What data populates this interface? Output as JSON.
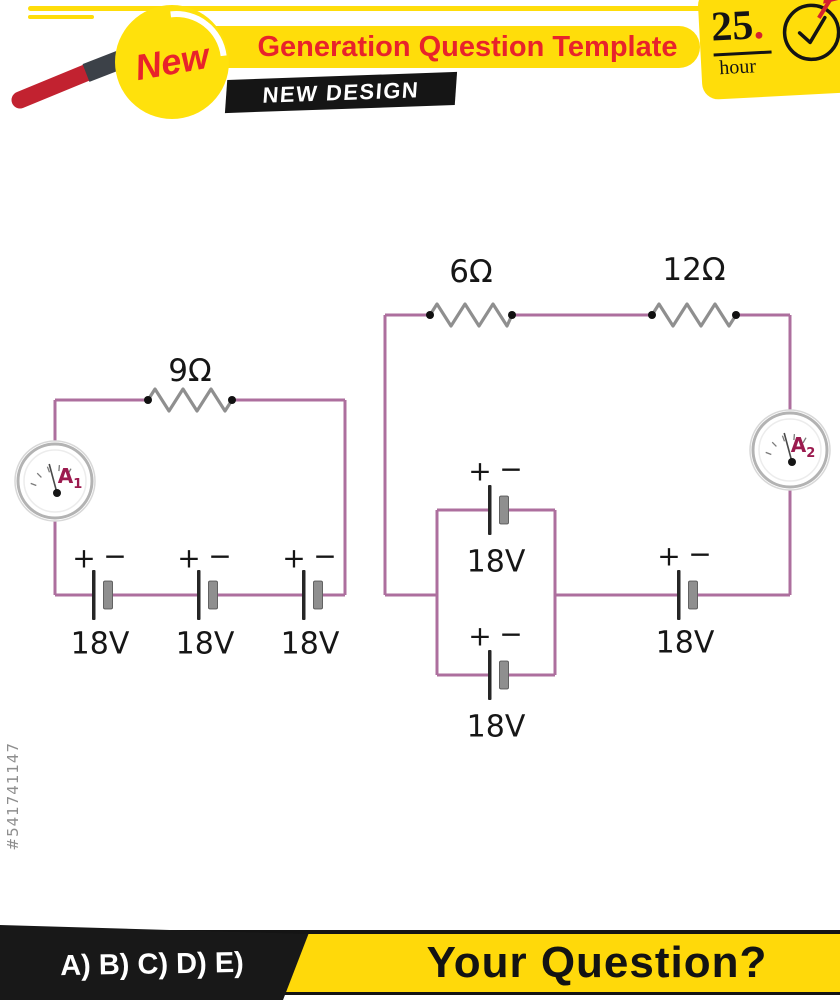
{
  "header": {
    "badge": "New",
    "title": "Generation Question Template",
    "subtitle": "NEW DESIGN",
    "clock_number": "25",
    "clock_dot": ".",
    "clock_unit": "hour"
  },
  "watermark": "#541741147",
  "circuit_left": {
    "resistor": "9Ω",
    "ammeter": {
      "letter": "A",
      "sub": "1"
    },
    "batteries": [
      {
        "plus": "+",
        "minus": "−",
        "voltage": "18V"
      },
      {
        "plus": "+",
        "minus": "−",
        "voltage": "18V"
      },
      {
        "plus": "+",
        "minus": "−",
        "voltage": "18V"
      }
    ]
  },
  "circuit_right": {
    "resistor_left": "6Ω",
    "resistor_right": "12Ω",
    "ammeter": {
      "letter": "A",
      "sub": "2"
    },
    "parallel_batteries": [
      {
        "plus": "+",
        "minus": "−",
        "voltage": "18V"
      },
      {
        "plus": "+",
        "minus": "−",
        "voltage": "18V"
      }
    ],
    "series_battery": {
      "plus": "+",
      "minus": "−",
      "voltage": "18V"
    }
  },
  "footer": {
    "options": "A) B) C) D) E)",
    "question": "Your Question?"
  },
  "colors": {
    "wire": "#ad6f9e",
    "accent_yellow": "#ffdd0a",
    "accent_red": "#e8232b",
    "ammeter_label": "#9b1a4e",
    "banner_black": "#151515"
  }
}
